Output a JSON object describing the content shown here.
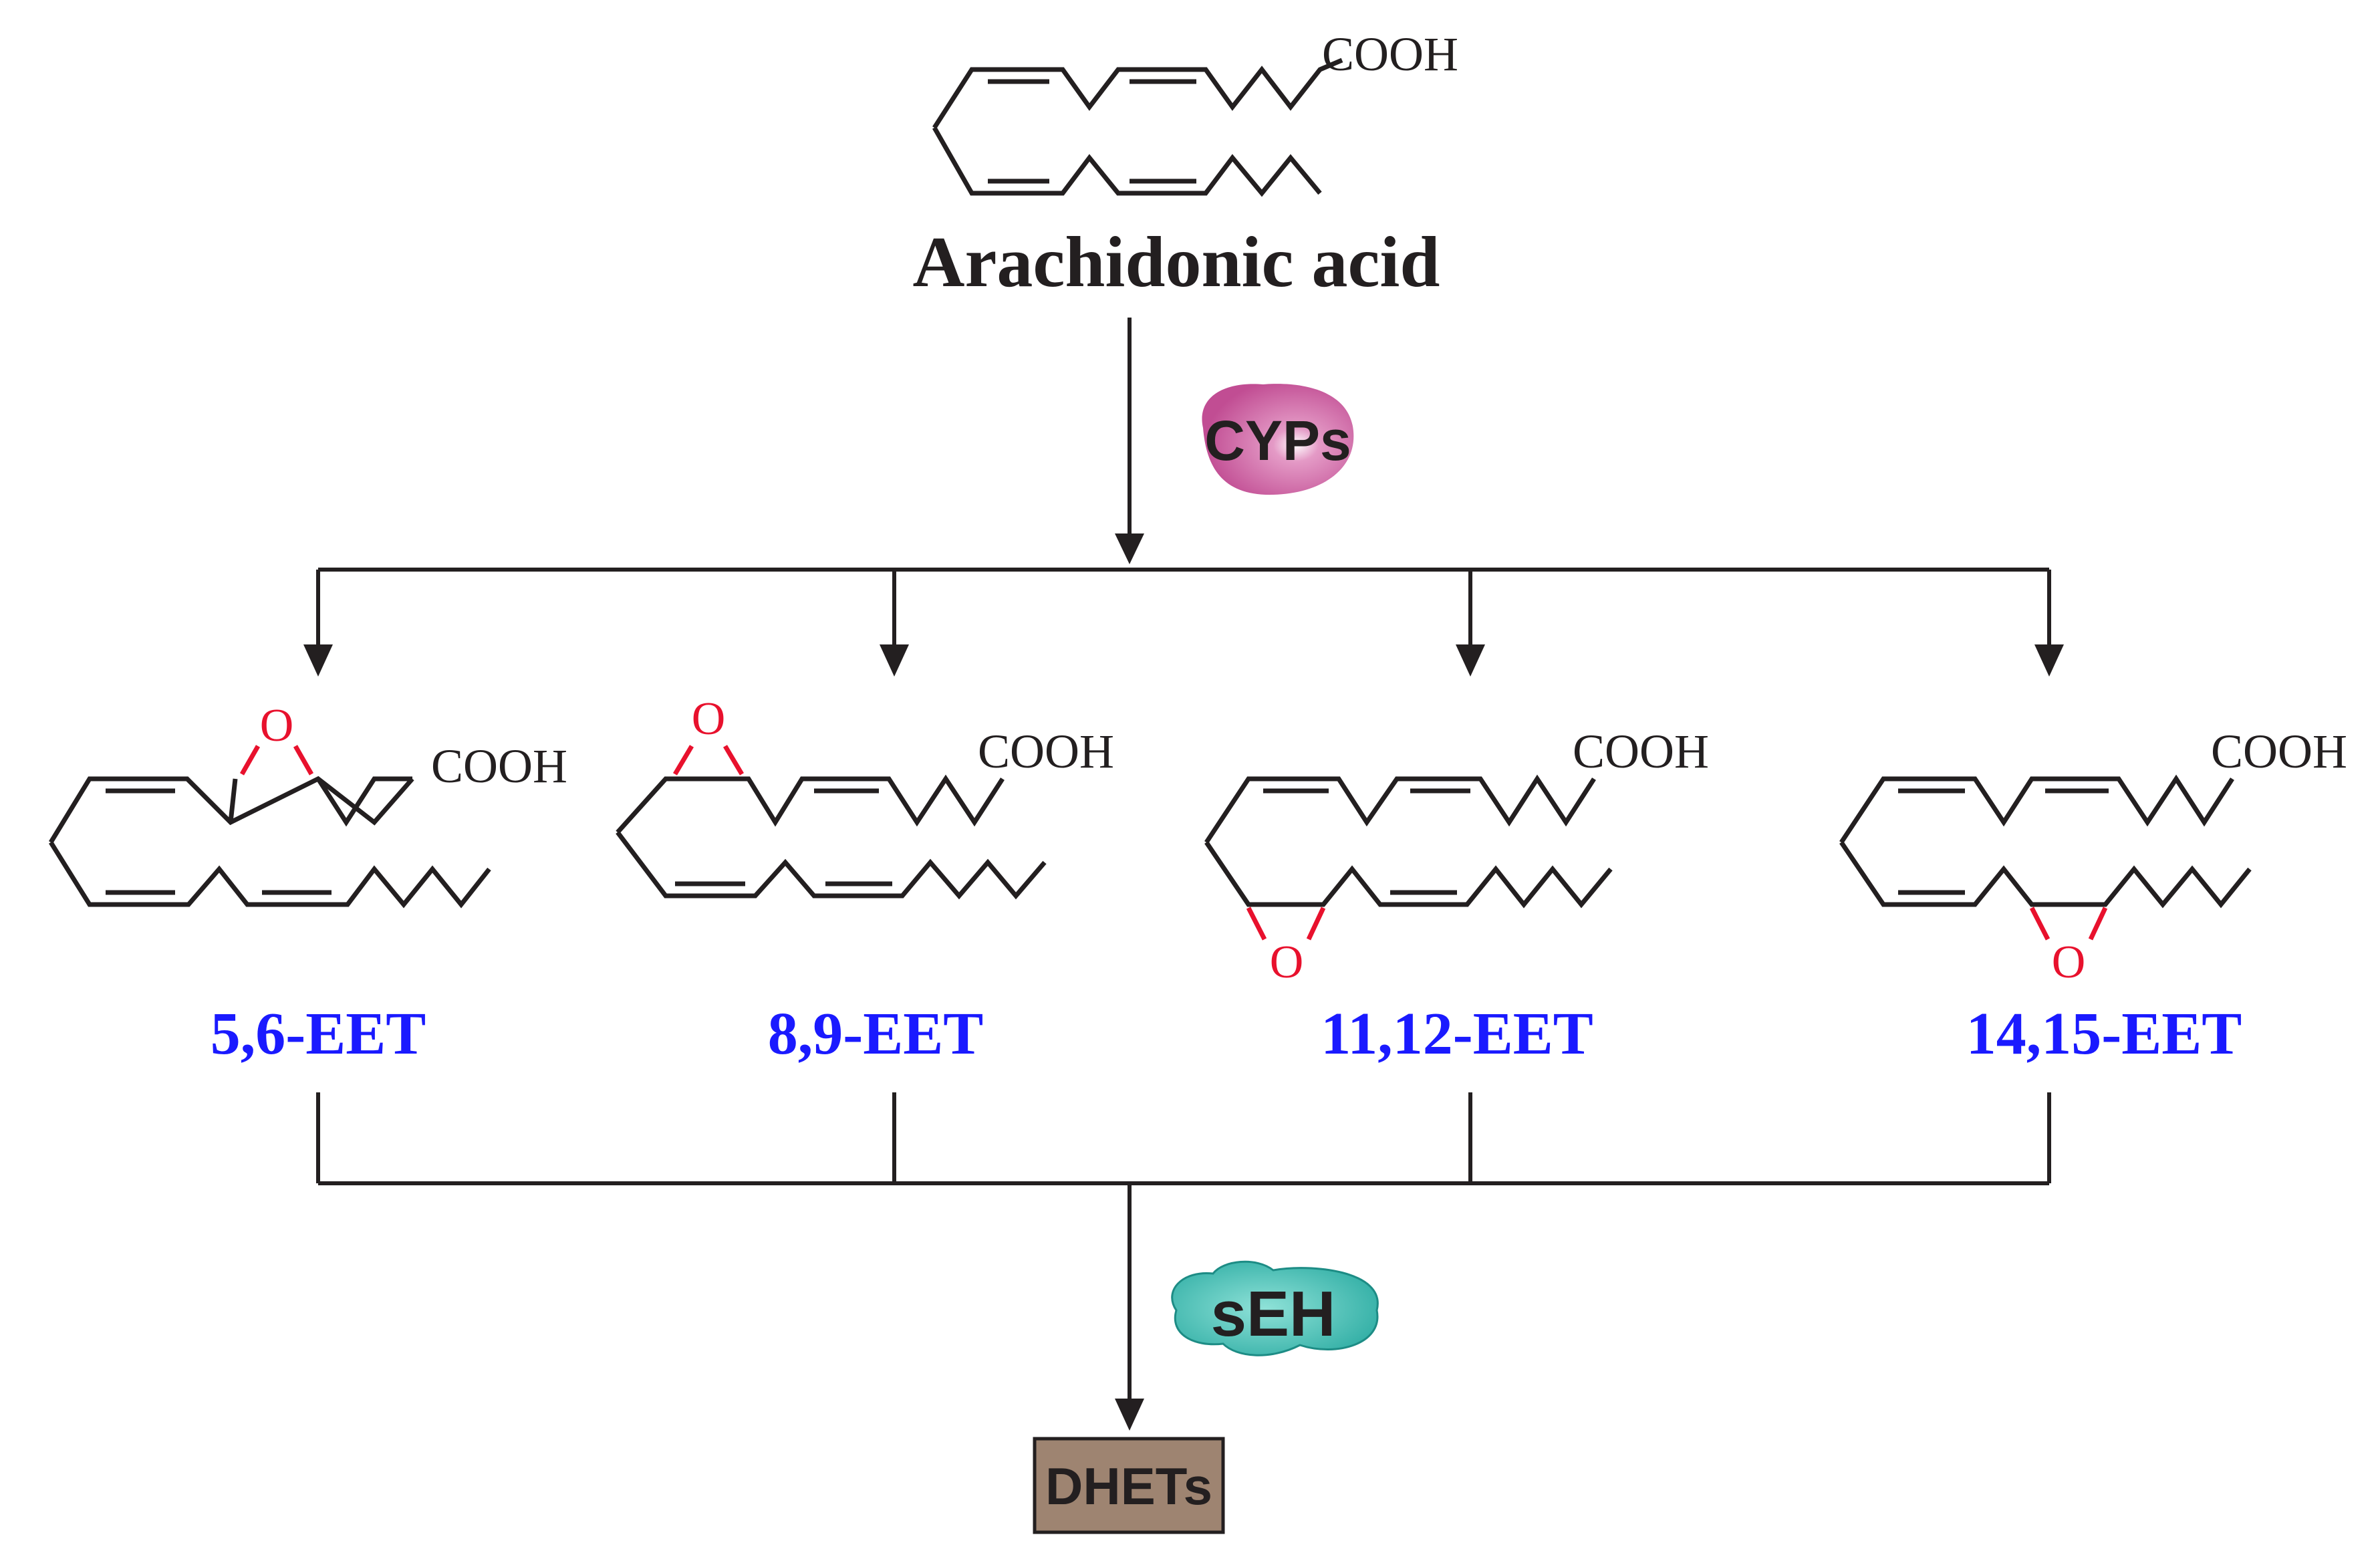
{
  "title": "Arachidonic acid",
  "cooh": "COOH",
  "oxygen": "O",
  "enzymes": {
    "cyps": "CYPs",
    "seh": "sEH"
  },
  "products": [
    {
      "name": "5,6-EET"
    },
    {
      "name": "8,9-EET"
    },
    {
      "name": "11,12-EET"
    },
    {
      "name": "14,15-EET"
    }
  ],
  "final_product": "DHETs",
  "colors": {
    "line": "#231f20",
    "eet_label": "#1a1aff",
    "epoxide": "#e8112d",
    "cyps_fill": "#c8509a",
    "seh_fill": "#2bb3aa",
    "dhets_fill": "#9e8471"
  }
}
